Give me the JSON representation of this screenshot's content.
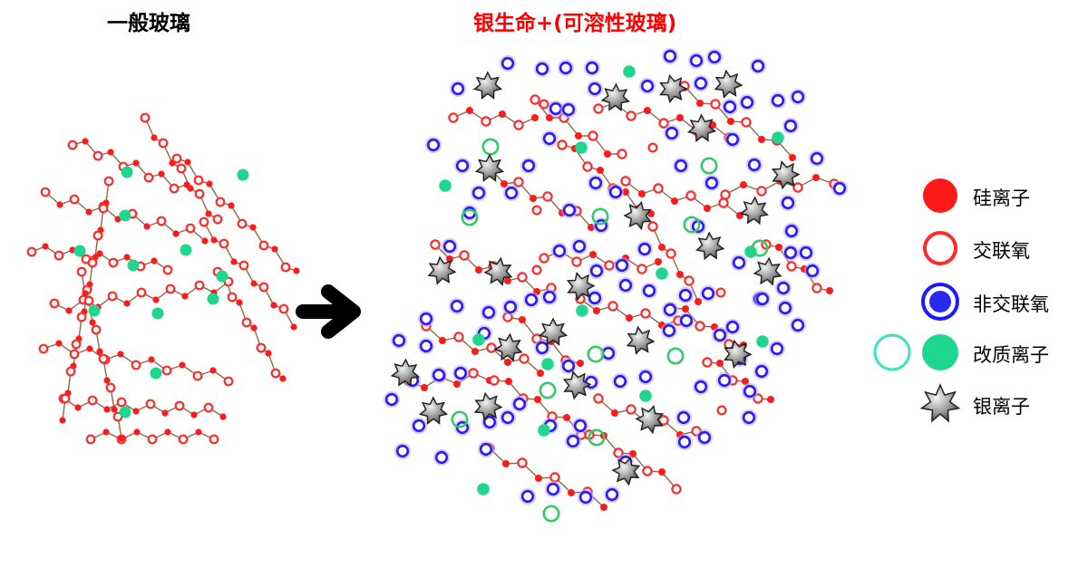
{
  "titles": {
    "left": "一般玻璃",
    "right": "银生命+(可溶性玻璃)"
  },
  "legend": {
    "silicon": "硅离子",
    "bridging_oxygen": "交联氧",
    "non_bridging_oxygen": "非交联氧",
    "modifier_ion": "改质离子",
    "silver_ion": "银离子"
  },
  "colors": {
    "title_right": "#ff0000",
    "silicon": "#ff1a1a",
    "bridging_oxygen": "#ff2a2a",
    "non_bridging_oxygen_ring": "#2a1aff",
    "non_bridging_oxygen_halo": "#b9a8f0",
    "modifier_ion": "#1fd68f",
    "modifier_ring": "#3ce3c0",
    "silver_ion": "#777777",
    "arrow": "#000000"
  },
  "icons": {
    "arrow": "arrow-right-icon",
    "silver": "star-burst-icon"
  }
}
